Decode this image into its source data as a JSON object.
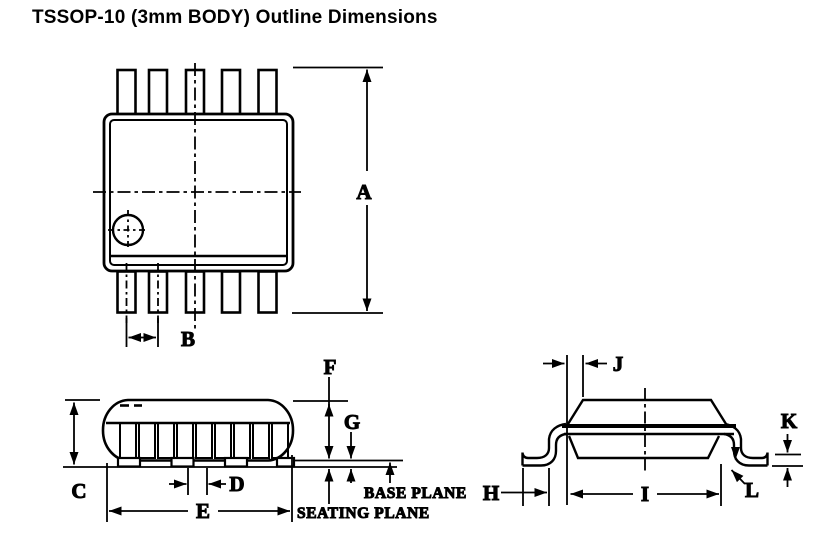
{
  "title": "TSSOP-10 (3mm BODY) Outline Dimensions",
  "colors": {
    "ink": "#000000",
    "paper": "#ffffff"
  },
  "dimensions": {
    "a": "A",
    "b": "B",
    "c": "C",
    "d": "D",
    "e": "E",
    "f": "F",
    "g": "G",
    "h": "H",
    "i": "I",
    "j": "J",
    "k": "K",
    "l": "L"
  },
  "planes": {
    "base": "BASE PLANE",
    "seating": "SEATING PLANE"
  }
}
